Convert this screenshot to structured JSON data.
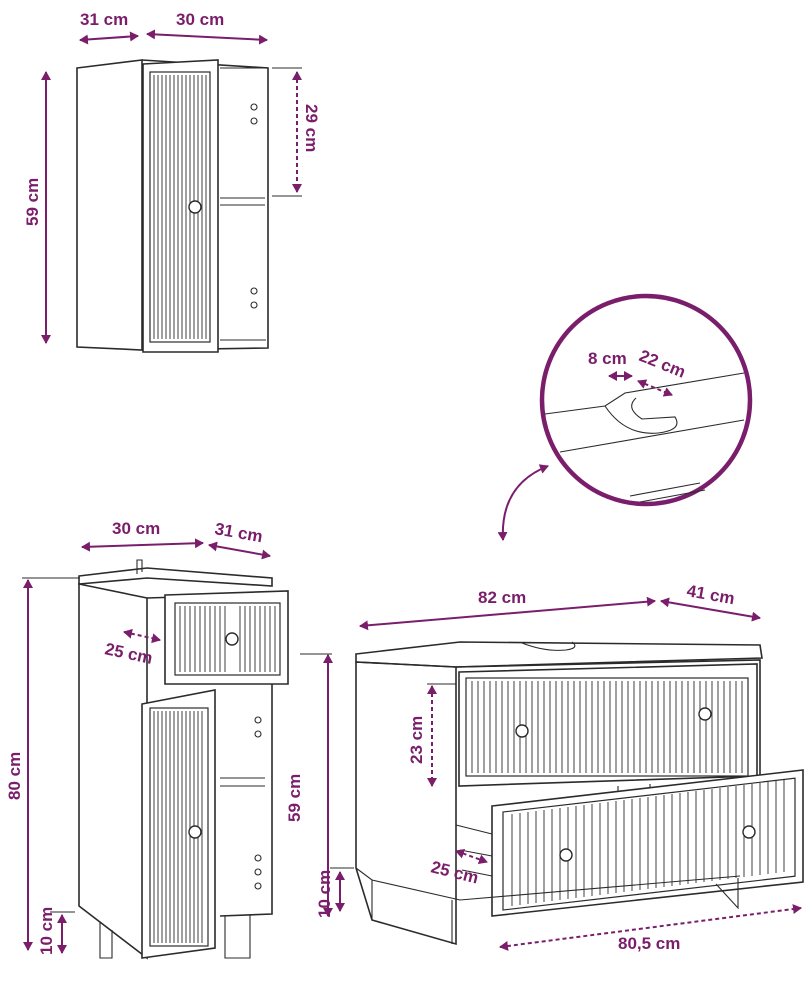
{
  "colors": {
    "accent": "#7a1e6b",
    "outline": "#2b2b2b",
    "background": "#ffffff"
  },
  "wall_cabinet": {
    "depth": "31 cm",
    "width": "30 cm",
    "height": "59 cm",
    "shelf_height": "29 cm"
  },
  "detail": {
    "gap_width": "8 cm",
    "cutout_depth": "22 cm",
    "arrow_icon": "curved-double-arrow-icon"
  },
  "tall_cabinet": {
    "width": "30 cm",
    "depth": "31 cm",
    "drawer_depth": "25 cm",
    "height": "80 cm",
    "door_height": "59 cm",
    "leg_height": "10 cm"
  },
  "vanity": {
    "width": "82 cm",
    "depth": "41 cm",
    "drawer_height": "23 cm",
    "drawer_depth": "25 cm",
    "leg_height": "10 cm",
    "inner_width": "80,5 cm"
  }
}
